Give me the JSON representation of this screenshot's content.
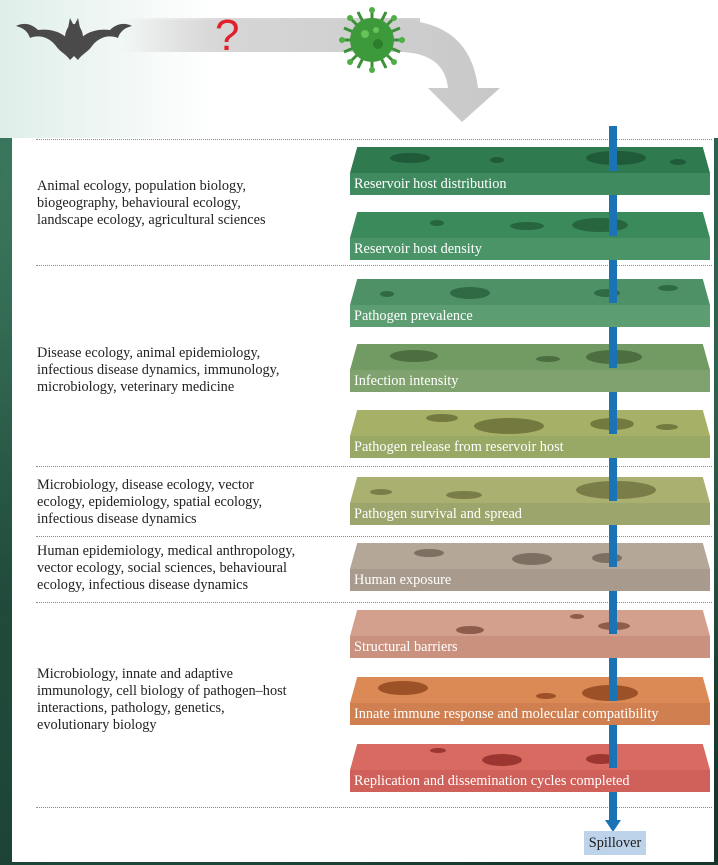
{
  "header": {
    "question_mark": "?",
    "bat_icon": "bat-icon",
    "virus_icon": "virus-icon",
    "arrow_icon": "curved-arrow-icon"
  },
  "fields": [
    {
      "text": "Animal ecology, population biology,\nbiogeography, behavioural ecology,\nlandscape ecology, agricultural sciences"
    },
    {
      "text": "Disease ecology, animal epidemiology,\ninfectious disease dynamics, immunology,\nmicrobiology, veterinary medicine"
    },
    {
      "text": "Microbiology, disease ecology, vector\necology, epidemiology, spatial ecology,\ninfectious disease dynamics"
    },
    {
      "text": "Human epidemiology, medical anthropology,\nvector ecology, social sciences, behavioural\necology, infectious disease dynamics"
    },
    {
      "text": "Microbiology, innate and adaptive\nimmunology, cell biology of pathogen–host\ninteractions, pathology, genetics,\nevolutionary biology"
    }
  ],
  "layers": [
    {
      "label": "Reservoir host distribution",
      "color": "#3f8a5f"
    },
    {
      "label": "Reservoir host density",
      "color": "#4a9468"
    },
    {
      "label": "Pathogen prevalence",
      "color": "#5c9d72"
    },
    {
      "label": "Infection intensity",
      "color": "#7fa26e"
    },
    {
      "label": "Pathogen release from reservoir host",
      "color": "#98a865"
    },
    {
      "label": "Pathogen survival and spread",
      "color": "#9ba56c"
    },
    {
      "label": "Human exposure",
      "color": "#a89a8c"
    },
    {
      "label": "Structural barriers",
      "color": "#c9917e"
    },
    {
      "label": "Innate immune response and molecular compatibility",
      "color": "#d08050"
    },
    {
      "label": "Replication and dissemination cycles completed",
      "color": "#d0605a"
    }
  ],
  "spillover": "Spillover",
  "colors": {
    "pole": "#1a73b5",
    "question": "#e0202a",
    "spillover_box": "#bcd3ea"
  }
}
